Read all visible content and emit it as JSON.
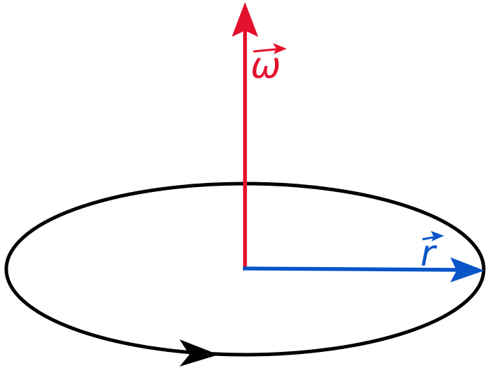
{
  "vectors": {
    "omega": {
      "symbol": "ω",
      "color": "#e3102e"
    },
    "r": {
      "symbol": "r",
      "color": "#0a55c8"
    }
  },
  "orbit": {
    "color": "#000000",
    "direction": "counterclockwise"
  }
}
